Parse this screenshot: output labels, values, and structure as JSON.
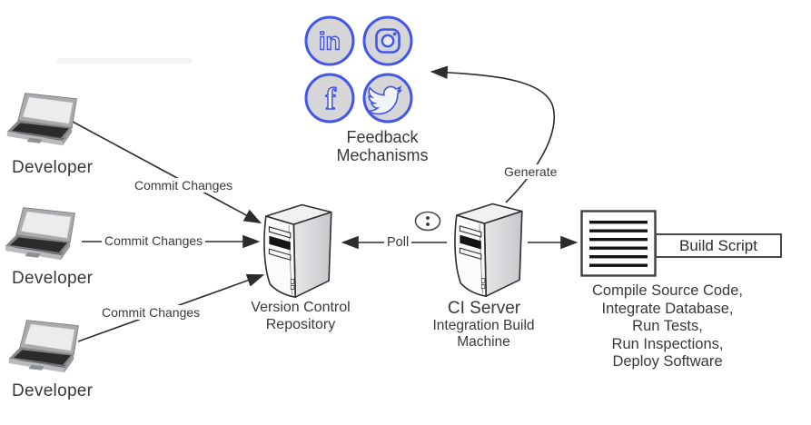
{
  "palette": {
    "accent_blue": "#4257e5",
    "line_color": "#2c2c2c",
    "text_color": "#39393b",
    "icon_circle_fill": "#d6d6d9"
  },
  "developers": [
    {
      "label": "Developer"
    },
    {
      "label": "Developer"
    },
    {
      "label": "Developer"
    }
  ],
  "edges": {
    "commit_1": "Commit Changes",
    "commit_2": "Commit Changes",
    "commit_3": "Commit Changes",
    "poll": "Poll",
    "generate": "Generate",
    "build": ""
  },
  "feedback": {
    "label": "Feedback\nMechanisms",
    "icons": [
      {
        "name": "linkedin-icon"
      },
      {
        "name": "instagram-icon"
      },
      {
        "name": "facebook-icon"
      },
      {
        "name": "twitter-icon"
      }
    ]
  },
  "repository": {
    "label": "Version Control\nRepository"
  },
  "ci_server": {
    "title": "CI Server",
    "subtitle": "Integration Build\nMachine",
    "schedule_icon": "clock-dots"
  },
  "build": {
    "script_label": "Build Script",
    "tasks": "Compile Source Code,\nIntegrate Database,\nRun Tests,\nRun Inspections,\nDeploy Software"
  }
}
